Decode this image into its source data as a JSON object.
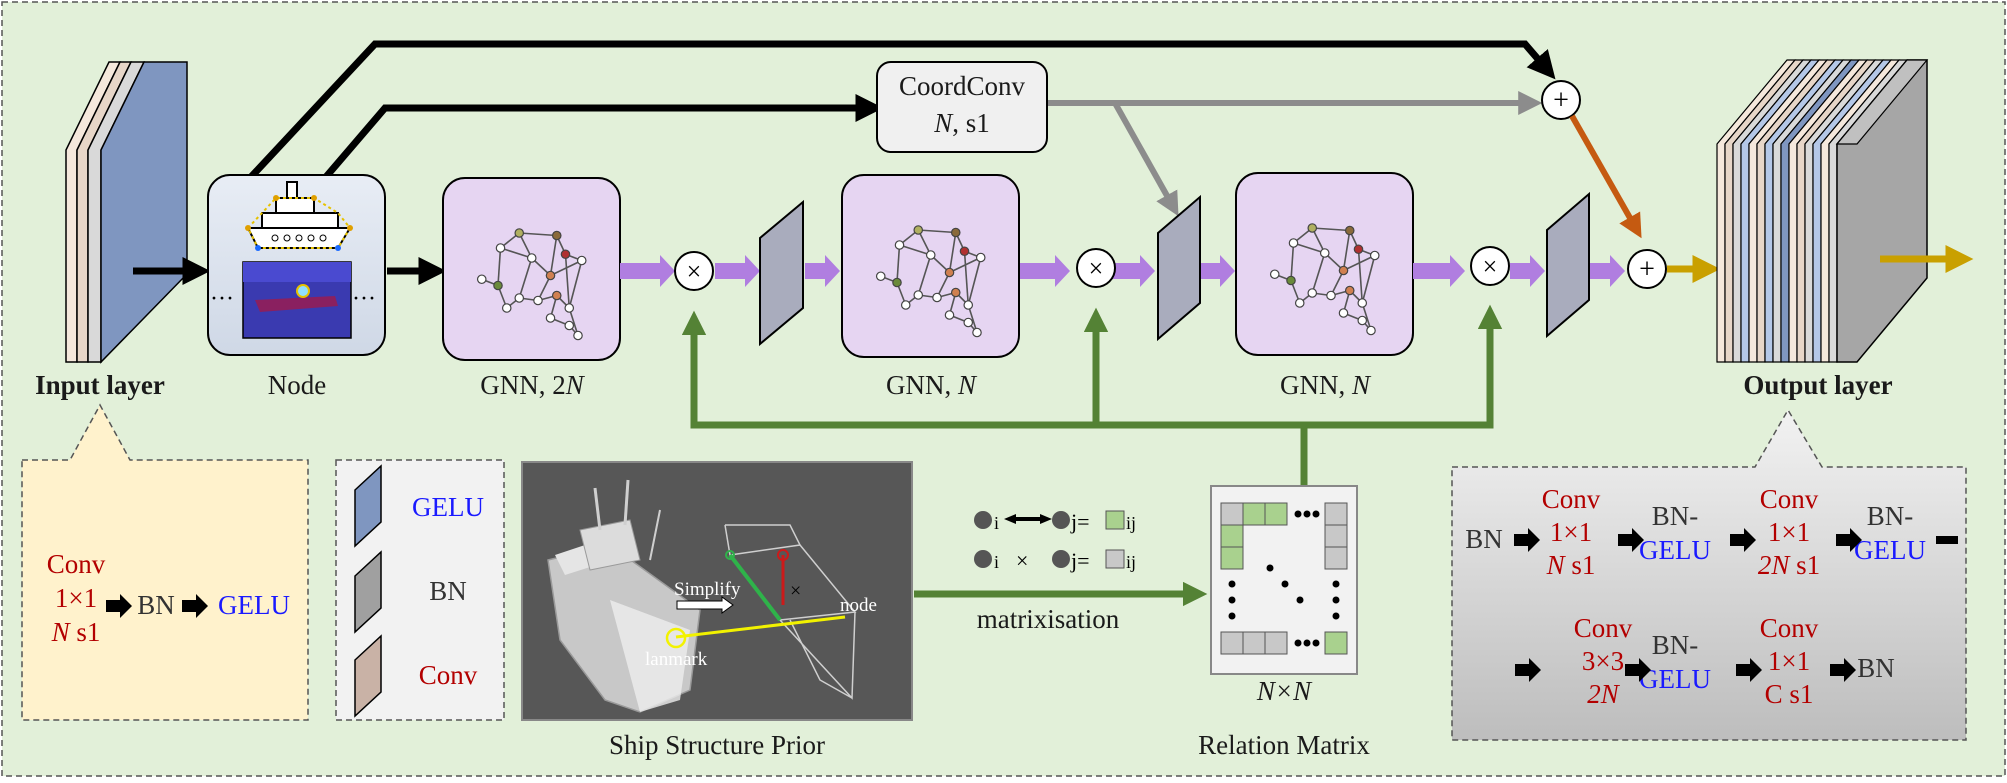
{
  "labels": {
    "input_layer": "Input layer",
    "output_layer": "Output layer",
    "node": "Node",
    "gnn1_main": "GNN, 2",
    "gnn1_n": "N",
    "gnn2_main": "GNN, ",
    "gnn2_n": "N",
    "gnn3_main": "GNN, ",
    "gnn3_n": "N",
    "coordconv_title": "CoordConv",
    "coordconv_n": "N",
    "coordconv_s": ", s1",
    "ship_prior": "Ship Structure Prior",
    "relation_matrix": "Relation Matrix",
    "matrix_size": "N×N",
    "matrixisation": "matrixisation",
    "simplify": "Simplify",
    "lanmark": "lanmark",
    "node_word": "node",
    "times": "×",
    "plus": "+"
  },
  "legend": {
    "gelu": "GELU",
    "bn": "BN",
    "conv": "Conv"
  },
  "matrix_legend": {
    "i": "i",
    "j": "j=",
    "ij": "ij",
    "times": "×"
  },
  "input_detail": {
    "conv": "Conv",
    "k": "1×1",
    "n": "N",
    "s": " s1",
    "bn": "BN",
    "gelu": "GELU"
  },
  "output_detail": {
    "bn_start": "BN",
    "conv1": "Conv",
    "conv1_k": "1×1",
    "conv1_n": "N",
    "conv1_s": " s1",
    "bngelu1_a": "BN-",
    "bngelu1_b": "GELU",
    "conv2": "Conv",
    "conv2_k": "1×1",
    "conv2_n": "2N",
    "conv2_s": " s1",
    "bngelu2_a": "BN-",
    "bngelu2_b": "GELU",
    "conv3": "Conv",
    "conv3_k": "3×3",
    "conv3_n": "2N",
    "bngelu3_a": "BN-",
    "bngelu3_b": "GELU",
    "conv4": "Conv",
    "conv4_k": "1×1",
    "conv4_s": "C s1",
    "bn_end": "BN"
  },
  "colors": {
    "background": "#e2f0d9",
    "purple_arrow": "#b07ee0",
    "green_arrow": "#548235",
    "gold_arrow": "#c9a000",
    "orange_arrow": "#c55a11",
    "gelu_layer": "#7f96c0",
    "bn_layer": "#a0a0a0",
    "conv_layer": "#e7d6c8",
    "gnn_fill": "#e6d5f2",
    "input_box": "#fff2cc",
    "red_text": "#b30000",
    "blue_text": "#1a1aff"
  }
}
